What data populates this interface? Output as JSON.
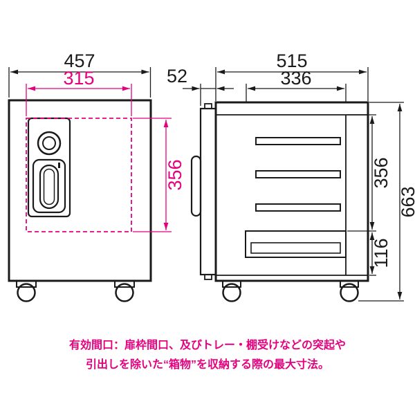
{
  "page": {
    "background": "#ffffff"
  },
  "colors": {
    "accent_magenta": "#e4007f",
    "line_black": "#1a1a1a"
  },
  "front_view": {
    "outer_width": "457",
    "opening_width": "315",
    "opening_height": "356"
  },
  "side_view": {
    "door_thickness": "52",
    "body_depth": "515",
    "interior_depth": "336",
    "interior_height": "356",
    "overall_height": "663",
    "base_height": "116"
  },
  "note": {
    "line1": "有効間口：扉枠間口、及びトレー・棚受けなどの突起や",
    "line2": "引出しを除いた“箱物”を収納する際の最大寸法。"
  }
}
